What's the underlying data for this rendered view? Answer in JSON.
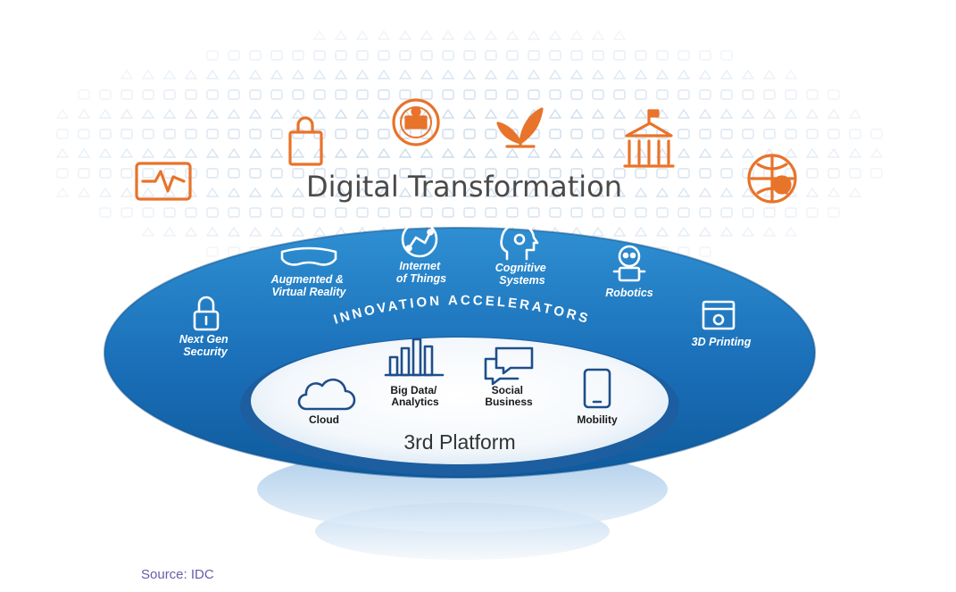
{
  "diagram": {
    "title": "Digital Transformation",
    "ring_label": "INNOVATION ACCELERATORS",
    "platform_label": "3rd Platform",
    "source": "Source: IDC",
    "colors": {
      "orange": "#e8732a",
      "blue_dark": "#1565a8",
      "blue_mid": "#2f86c8",
      "blue_light": "#cfe3f4",
      "icon_faint": "#c9d9ea",
      "source_text": "#6b5ba8"
    },
    "transformation_icons": [
      {
        "icon": "heart-monitor-icon"
      },
      {
        "icon": "shopping-bag-icon"
      },
      {
        "icon": "manufacturing-gear-icon"
      },
      {
        "icon": "plant-energy-icon"
      },
      {
        "icon": "government-building-icon"
      },
      {
        "icon": "global-finance-icon"
      }
    ],
    "accelerators": [
      {
        "label": "Next Gen Security",
        "line1": "Next Gen",
        "line2": "Security",
        "icon": "lock-icon"
      },
      {
        "label": "Augmented & Virtual Reality",
        "line1": "Augmented &",
        "line2": "Virtual Reality",
        "icon": "vr-goggles-icon"
      },
      {
        "label": "Internet of Things",
        "line1": "Internet",
        "line2": "of Things",
        "icon": "iot-network-icon"
      },
      {
        "label": "Cognitive Systems",
        "line1": "Cognitive",
        "line2": "Systems",
        "icon": "brain-head-icon"
      },
      {
        "label": "Robotics",
        "line1": "Robotics",
        "line2": "",
        "icon": "robot-icon"
      },
      {
        "label": "3D Printing",
        "line1": "3D Printing",
        "line2": "",
        "icon": "3d-printer-icon"
      }
    ],
    "platform_items": [
      {
        "label": "Cloud",
        "line1": "Cloud",
        "line2": "",
        "icon": "cloud-icon"
      },
      {
        "label": "Big Data/ Analytics",
        "line1": "Big Data/",
        "line2": "Analytics",
        "icon": "bar-chart-icon"
      },
      {
        "label": "Social Business",
        "line1": "Social",
        "line2": "Business",
        "icon": "chat-bubbles-icon"
      },
      {
        "label": "Mobility",
        "line1": "Mobility",
        "line2": "",
        "icon": "mobile-phone-icon"
      }
    ]
  }
}
